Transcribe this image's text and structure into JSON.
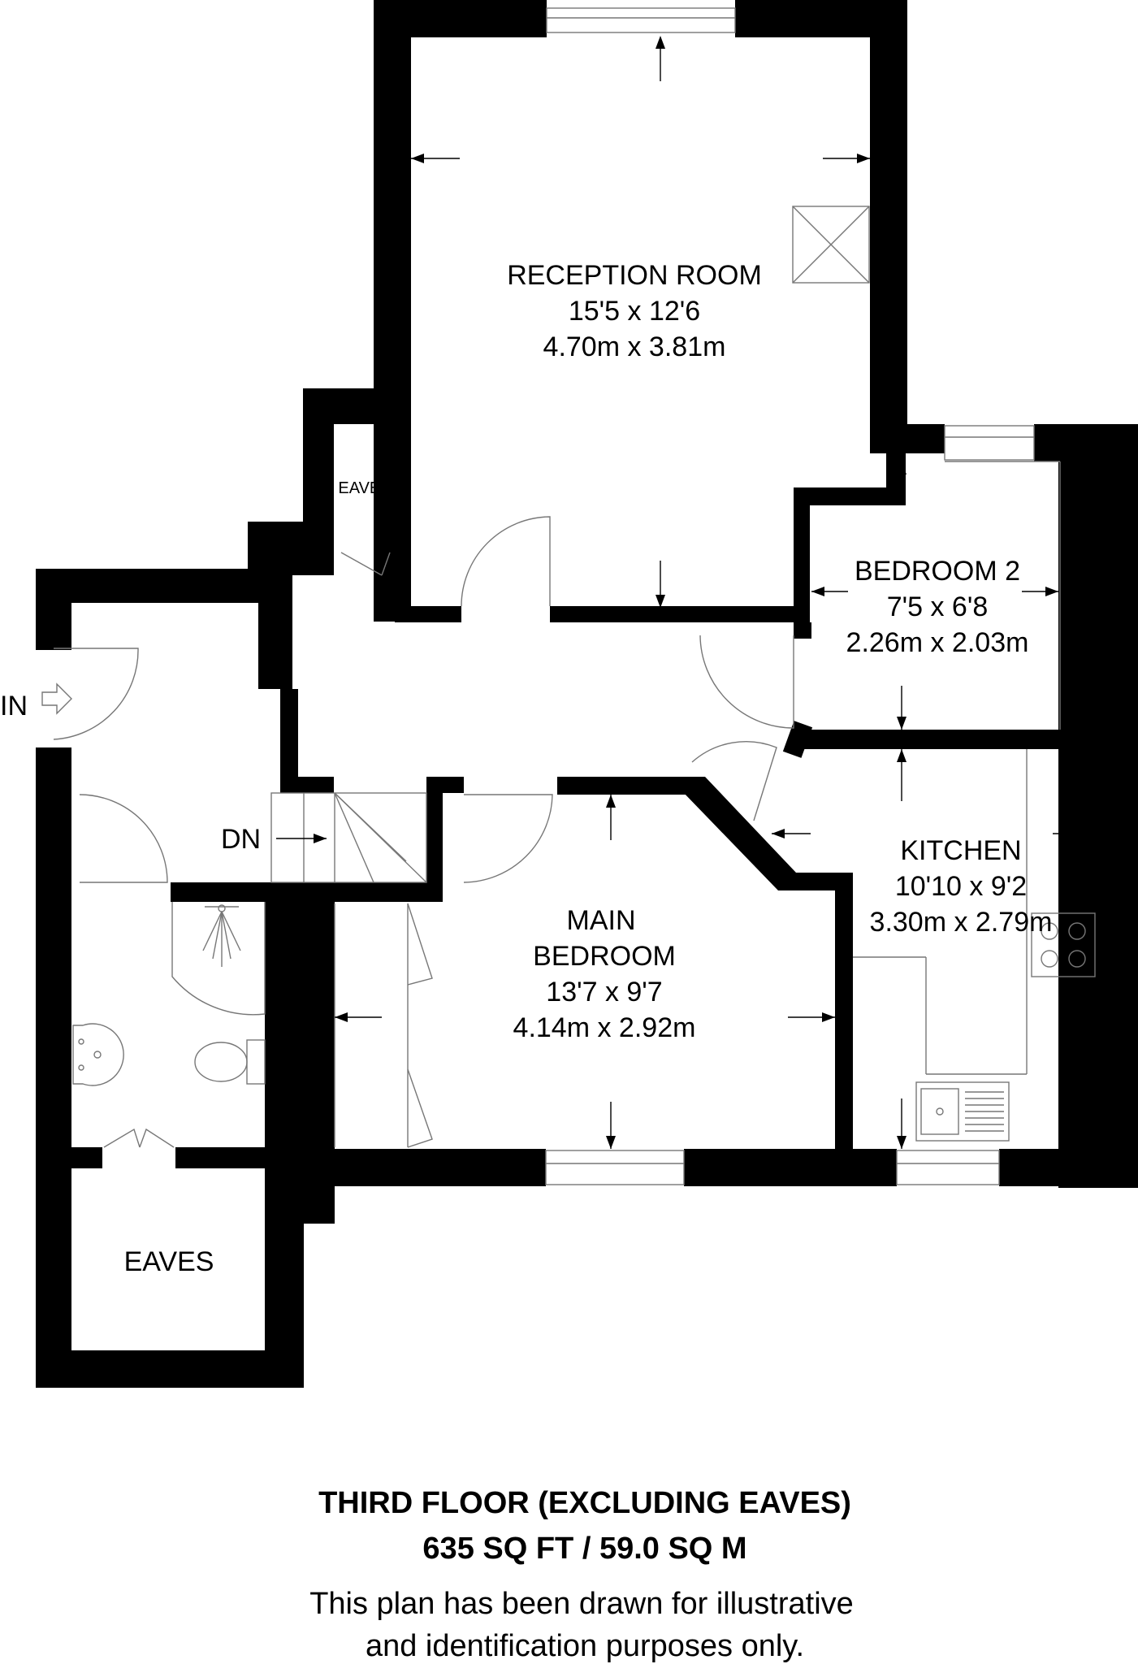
{
  "rooms": {
    "reception": {
      "name": "RECEPTION ROOM",
      "imperial": "15'5 x 12'6",
      "metric": "4.70m x 3.81m"
    },
    "bedroom2": {
      "name": "BEDROOM 2",
      "imperial": "7'5 x 6'8",
      "metric": "2.26m x 2.03m"
    },
    "kitchen": {
      "name": "KITCHEN",
      "imperial": "10'10 x 9'2",
      "metric": "3.30m x 2.79m"
    },
    "main_bedroom": {
      "name_line1": "MAIN",
      "name_line2": "BEDROOM",
      "imperial": "13'7 x 9'7",
      "metric": "4.14m x 2.92m"
    },
    "eaves_small": {
      "name": "EAVES"
    },
    "eaves_large": {
      "name": "EAVES"
    }
  },
  "markers": {
    "entrance": "IN",
    "stairs_down": "DN"
  },
  "footer": {
    "floor_title": "THIRD FLOOR (EXCLUDING EAVES)",
    "area": "635 SQ FT / 59.0 SQ M",
    "disclaimer_line1": "This plan has been drawn for illustrative",
    "disclaimer_line2": "and identification purposes only."
  },
  "icons": [
    "entrance-arrow-icon",
    "stairs-icon",
    "skylight-icon",
    "shower-icon",
    "basin-icon",
    "toilet-icon",
    "hob-icon",
    "sink-icon"
  ],
  "colors": {
    "walls": "#000000",
    "fixtures": "#777777",
    "background": "#ffffff"
  }
}
